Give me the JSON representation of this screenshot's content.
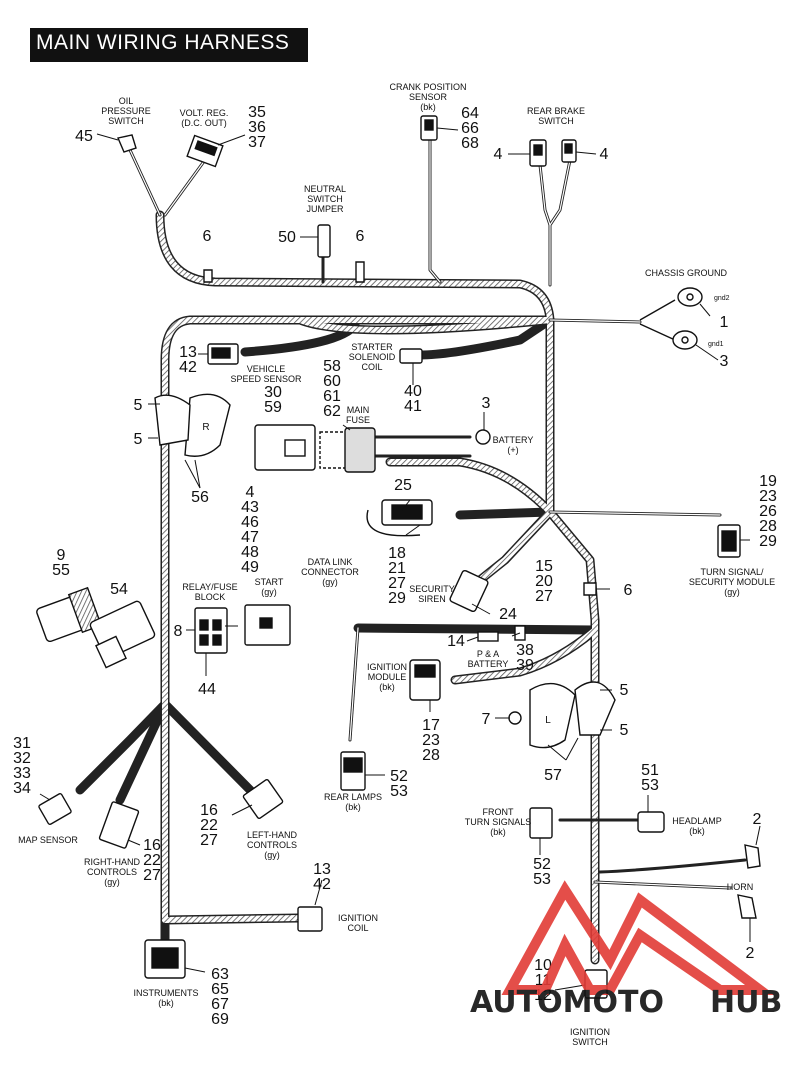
{
  "title": "MAIN WIRING HARNESS",
  "labels": {
    "oil_pressure_switch": [
      "OIL",
      "PRESSURE",
      "SWITCH"
    ],
    "volt_reg": [
      "VOLT. REG.",
      "(D.C. OUT)"
    ],
    "crank_position_sensor": [
      "CRANK POSITION",
      "SENSOR",
      "(bk)"
    ],
    "rear_brake_switch": [
      "REAR BRAKE",
      "SWITCH"
    ],
    "neutral_switch_jumper": [
      "NEUTRAL",
      "SWITCH",
      "JUMPER"
    ],
    "chassis_ground": [
      "CHASSIS GROUND"
    ],
    "gnd2": [
      "gnd2"
    ],
    "gnd1": [
      "gnd1"
    ],
    "starter_solenoid_coil": [
      "STARTER",
      "SOLENOID",
      "COIL"
    ],
    "vehicle_speed_sensor": [
      "VEHICLE",
      "SPEED SENSOR"
    ],
    "main_fuse": [
      "MAIN",
      "FUSE"
    ],
    "battery_pos": [
      "BATTERY",
      "(+)"
    ],
    "turn_signal_security_module": [
      "TURN SIGNAL/",
      "SECURITY MODULE",
      "(gy)"
    ],
    "data_link_connector": [
      "DATA LINK",
      "CONNECTOR",
      "(gy)"
    ],
    "security_siren": [
      "SECURITY",
      "SIREN"
    ],
    "relay_fuse_block": [
      "RELAY/FUSE",
      "BLOCK"
    ],
    "start": [
      "START",
      "(gy)"
    ],
    "pa_battery": [
      "P & A",
      "BATTERY"
    ],
    "ignition_module": [
      "IGNITION",
      "MODULE",
      "(bk)"
    ],
    "rear_lamps": [
      "REAR LAMPS",
      "(bk)"
    ],
    "front_turn_signals": [
      "FRONT",
      "TURN SIGNALS",
      "(bk)"
    ],
    "headlamp": [
      "HEADLAMP",
      "(bk)"
    ],
    "horn": [
      "HORN"
    ],
    "map_sensor": [
      "MAP SENSOR"
    ],
    "right_hand_controls": [
      "RIGHT-HAND",
      "CONTROLS",
      "(gy)"
    ],
    "left_hand_controls": [
      "LEFT-HAND",
      "CONTROLS",
      "(gy)"
    ],
    "ignition_coil": [
      "IGNITION",
      "COIL"
    ],
    "instruments": [
      "INSTRUMENTS",
      "(bk)"
    ],
    "ignition_switch": [
      "IGNITION",
      "SWITCH"
    ],
    "r_mark": [
      "R"
    ],
    "l_mark": [
      "L"
    ]
  },
  "callouts": {
    "c45": [
      "45"
    ],
    "c35": [
      "35",
      "36",
      "37"
    ],
    "c64": [
      "64",
      "66",
      "68"
    ],
    "c4a": [
      "4"
    ],
    "c4b": [
      "4"
    ],
    "c6a": [
      "6"
    ],
    "c50": [
      "50"
    ],
    "c6b": [
      "6"
    ],
    "c1": [
      "1"
    ],
    "c3a": [
      "3"
    ],
    "c13a": [
      "13",
      "42"
    ],
    "c58": [
      "58",
      "60",
      "61",
      "62"
    ],
    "c30": [
      "30",
      "59"
    ],
    "c40": [
      "40",
      "41"
    ],
    "c3b": [
      "3"
    ],
    "c5a": [
      "5"
    ],
    "c5b": [
      "5"
    ],
    "c56": [
      "56"
    ],
    "c25": [
      "25"
    ],
    "c18": [
      "18",
      "21",
      "27",
      "29"
    ],
    "c19": [
      "19",
      "23",
      "26",
      "28",
      "29"
    ],
    "c4list": [
      "4",
      "43",
      "46",
      "47",
      "48",
      "49"
    ],
    "c15": [
      "15",
      "20",
      "27"
    ],
    "c6c": [
      "6"
    ],
    "c24": [
      "24"
    ],
    "c9": [
      "9",
      "55"
    ],
    "c54": [
      "54"
    ],
    "c8": [
      "8"
    ],
    "c44": [
      "44"
    ],
    "c14": [
      "14"
    ],
    "c38": [
      "38",
      "39"
    ],
    "c5c": [
      "5"
    ],
    "c5d": [
      "5"
    ],
    "c7": [
      "7"
    ],
    "c17": [
      "17",
      "23",
      "28"
    ],
    "c57": [
      "57"
    ],
    "c31": [
      "31",
      "32",
      "33",
      "34"
    ],
    "c52a": [
      "52",
      "53"
    ],
    "c51": [
      "51",
      "53"
    ],
    "c16a": [
      "16",
      "22",
      "27"
    ],
    "c16b": [
      "16",
      "22",
      "27"
    ],
    "c52b": [
      "52",
      "53"
    ],
    "c2a": [
      "2"
    ],
    "c2b": [
      "2"
    ],
    "c13b": [
      "13",
      "42"
    ],
    "c63": [
      "63",
      "65",
      "67",
      "69"
    ],
    "c10": [
      "10",
      "11",
      "12"
    ]
  },
  "watermark": {
    "text_a": "AUTOMOTO",
    "text_b": "HUB",
    "color_red": "#e23b36",
    "color_orange": "#f5a623",
    "color_gray": "#8c8c8c"
  }
}
